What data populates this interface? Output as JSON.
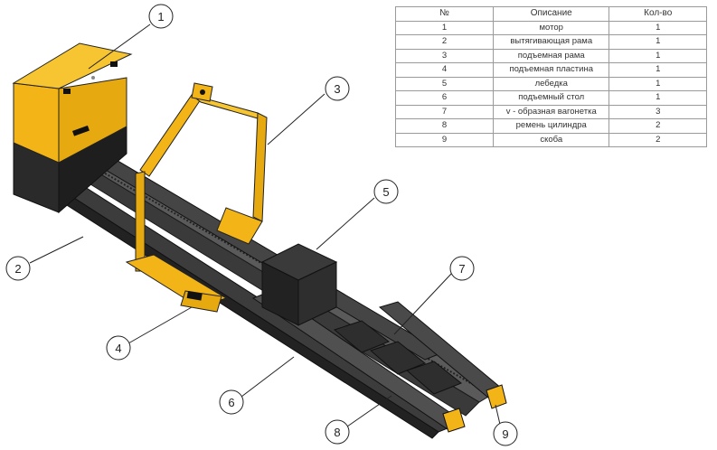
{
  "table": {
    "headers": {
      "num": "№",
      "desc": "Описание",
      "qty": "Кол-во"
    },
    "rows": [
      {
        "num": "1",
        "desc": "мотор",
        "qty": "1"
      },
      {
        "num": "2",
        "desc": "вытягивающая рама",
        "qty": "1"
      },
      {
        "num": "3",
        "desc": "подъемная рама",
        "qty": "1"
      },
      {
        "num": "4",
        "desc": "подъемная пластина",
        "qty": "1"
      },
      {
        "num": "5",
        "desc": "лебедка",
        "qty": "1"
      },
      {
        "num": "6",
        "desc": "подъемный стол",
        "qty": "1"
      },
      {
        "num": "7",
        "desc": "v - образная вагонетка",
        "qty": "3"
      },
      {
        "num": "8",
        "desc": "ремень цилиндра",
        "qty": "2"
      },
      {
        "num": "9",
        "desc": "скоба",
        "qty": "2"
      }
    ]
  },
  "callouts": [
    "1",
    "2",
    "3",
    "4",
    "5",
    "6",
    "7",
    "8",
    "9"
  ],
  "colors": {
    "machine_yellow": "#f2b416",
    "machine_dark": "#2a2a2a",
    "rail_grey": "#4a4a4a"
  }
}
